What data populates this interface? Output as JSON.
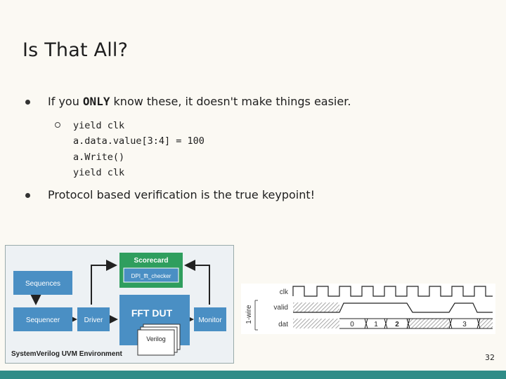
{
  "slide": {
    "title": "Is That All?",
    "bullet1": {
      "pre": "If you ",
      "strong": "ONLY",
      "post": " know these, it doesn't make things easier."
    },
    "code_lines": [
      "yield clk",
      "a.data.value[3:4] = 100",
      "a.Write()",
      "yield clk"
    ],
    "bullet2": "Protocol based verification is the true keypoint!",
    "page_number": "32"
  },
  "uvm_diagram": {
    "scorecard": "Scorecard",
    "checker": "DPI_fft_checker",
    "sequences": "Sequences",
    "sequencer": "Sequencer",
    "driver": "Driver",
    "dut": "FFT DUT",
    "verilog": "Verilog",
    "monitor": "Monitor",
    "caption": "SystemVerilog UVM Environment"
  },
  "waveform": {
    "group_label": "1-wire",
    "signals": [
      "clk",
      "valid",
      "dat"
    ],
    "data_values": [
      "0",
      "1",
      "2",
      "3"
    ]
  },
  "colors": {
    "accent": "#2f8c87",
    "block_blue": "#4a8fc4",
    "block_green": "#2f9e5e"
  }
}
